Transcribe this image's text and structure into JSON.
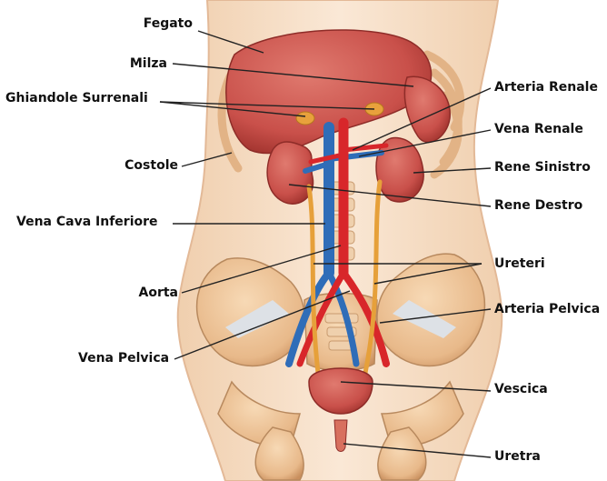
{
  "labels": {
    "fegato": "Fegato",
    "milza": "Milza",
    "ghiandole_surrenali": "Ghiandole Surrenali",
    "costole": "Costole",
    "vena_cava_inferiore": "Vena Cava Inferiore",
    "aorta": "Aorta",
    "vena_pelvica": "Vena Pelvica",
    "arteria_renale": "Arteria Renale",
    "vena_renale": "Vena Renale",
    "rene_sinistro": "Rene Sinistro",
    "rene_destro": "Rene Destro",
    "ureteri": "Ureteri",
    "arteria_pelvica": "Arteria Pelvica",
    "vescica": "Vescica",
    "uretra": "Uretra"
  },
  "colors": {
    "skin": "#f5dcc3",
    "organ": "#c9504a",
    "bone": "#e8b98a",
    "artery": "#d8262a",
    "vein": "#2f6db8",
    "ureter": "#e6a03a",
    "adrenal": "#e8a13c"
  }
}
